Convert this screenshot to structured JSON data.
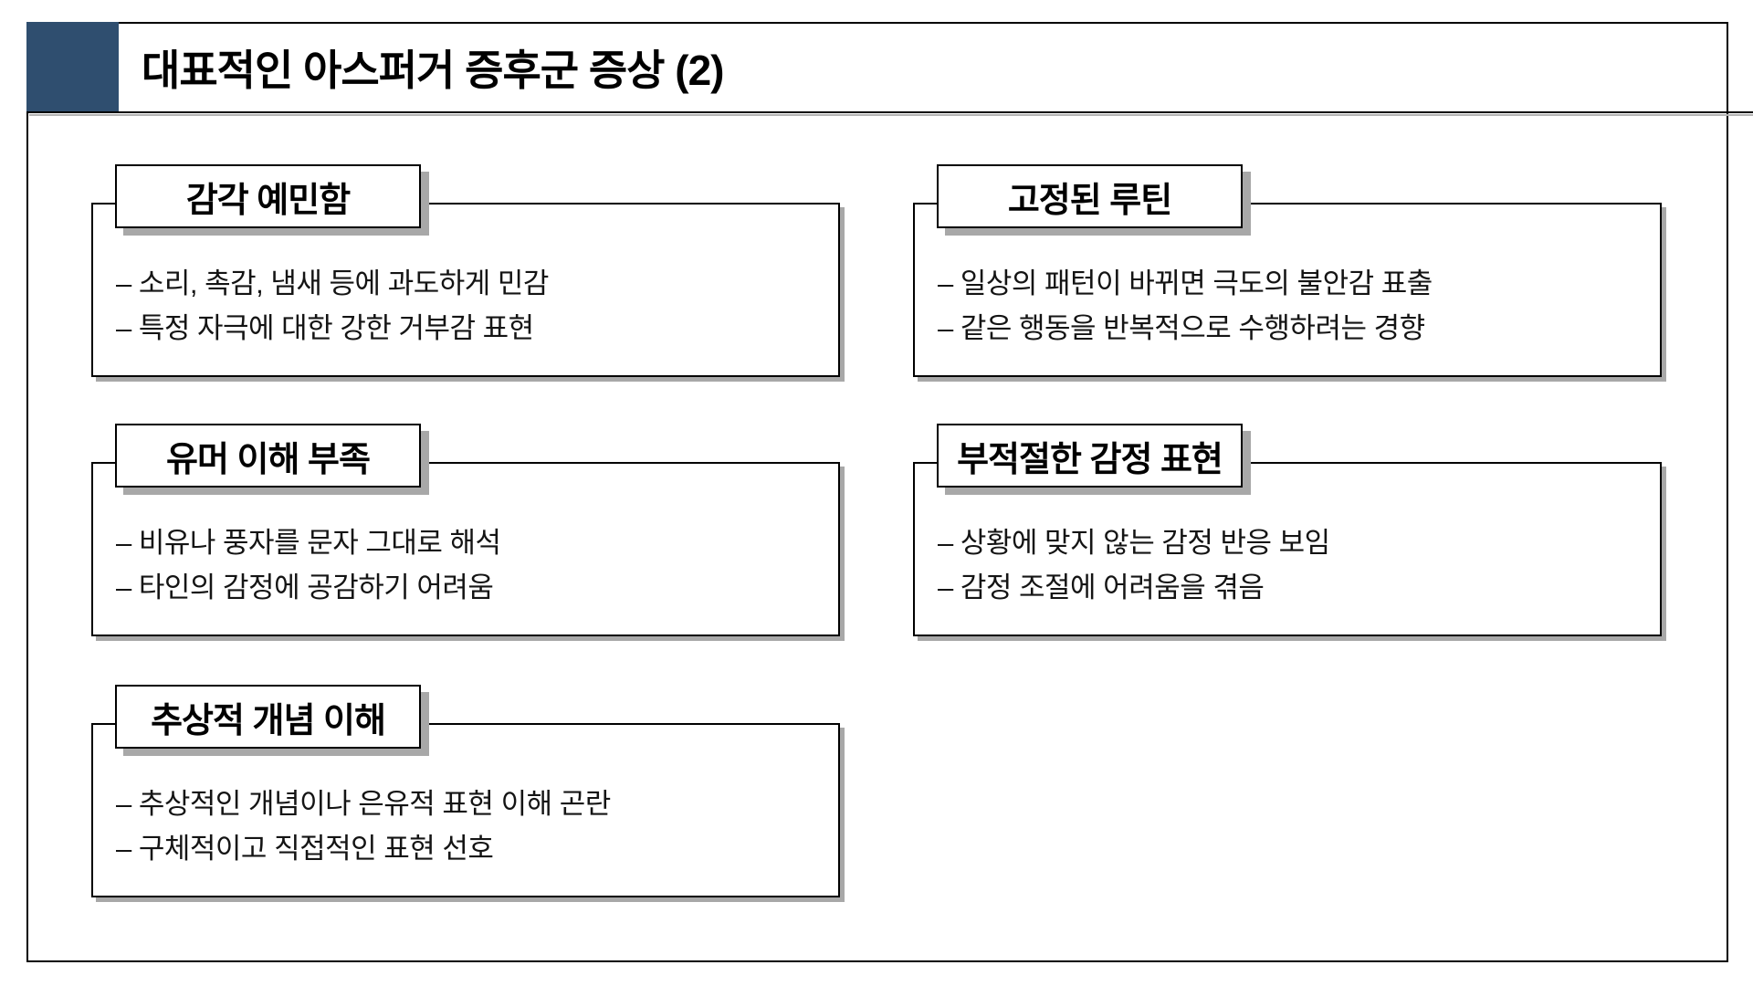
{
  "slide": {
    "title": "대표적인 아스퍼거 증후군 증상 (2)",
    "colors": {
      "accent": "#2F4E6F",
      "border": "#000000",
      "shadow": "#A8A8A8",
      "background": "#FFFFFF"
    },
    "cards": [
      {
        "heading": "감각 예민함",
        "bullets": [
          "– 소리, 촉감, 냄새 등에 과도하게 민감",
          "– 특정 자극에 대한 강한 거부감 표현"
        ]
      },
      {
        "heading": "고정된 루틴",
        "bullets": [
          "– 일상의 패턴이 바뀌면 극도의 불안감 표출",
          "– 같은 행동을 반복적으로 수행하려는 경향"
        ]
      },
      {
        "heading": "유머 이해 부족",
        "bullets": [
          "– 비유나 풍자를 문자 그대로 해석",
          "– 타인의 감정에 공감하기 어려움"
        ]
      },
      {
        "heading": "부적절한 감정 표현",
        "bullets": [
          "– 상황에 맞지 않는 감정 반응 보임",
          "– 감정 조절에 어려움을 겪음"
        ]
      },
      {
        "heading": "추상적 개념 이해",
        "bullets": [
          "– 추상적인 개념이나 은유적 표현 이해 곤란",
          "– 구체적이고 직접적인 표현 선호"
        ]
      }
    ]
  }
}
